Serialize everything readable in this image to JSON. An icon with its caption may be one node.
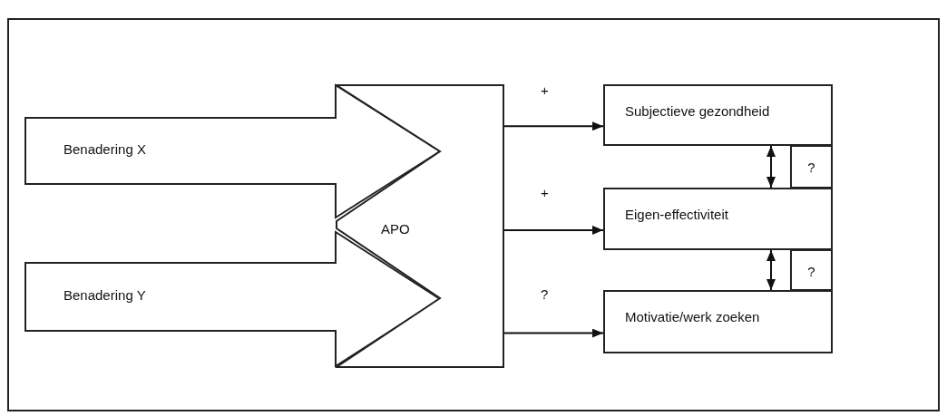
{
  "diagram": {
    "nodes": [
      {
        "text": [
          "Benadering X"
        ]
      },
      {
        "text": [
          "Benadering Y"
        ]
      },
      {
        "text": [
          "APO"
        ]
      },
      {
        "text": [
          "Subjectieve gezondheid"
        ]
      },
      {
        "text": [
          "?"
        ]
      },
      {
        "text": [
          "Eigen-effectiviteit"
        ]
      },
      {
        "text": [
          "?"
        ]
      },
      {
        "text": [
          "Motivatie/werk zoeken"
        ]
      }
    ],
    "edges": [
      {
        "from": 0,
        "to": 2,
        "arrow": "to"
      },
      {
        "from": 1,
        "to": 2,
        "arrow": "to"
      },
      {
        "from": 2,
        "to": 3,
        "arrow": "to",
        "label": "+"
      },
      {
        "from": 2,
        "to": 5,
        "arrow": "to",
        "label": "+"
      },
      {
        "from": 2,
        "to": 7,
        "arrow": "to",
        "label": "?"
      },
      {
        "from": 3,
        "to": 5,
        "arrow": "both"
      },
      {
        "from": 5,
        "to": 7,
        "arrow": "both"
      }
    ]
  }
}
